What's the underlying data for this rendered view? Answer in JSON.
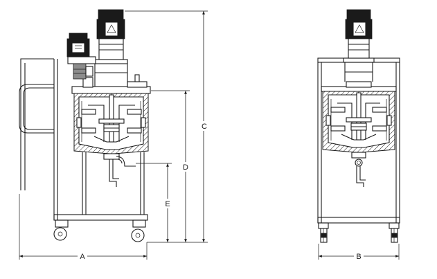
{
  "dimensions": {
    "a": "A",
    "b": "B",
    "c": "C",
    "d": "D",
    "e": "E"
  },
  "colors": {
    "line": "#1a1a1a",
    "motor": "#1a1a1a",
    "background": "#ffffff"
  },
  "icons": {
    "motor_warning": "warning-triangle-icon"
  }
}
